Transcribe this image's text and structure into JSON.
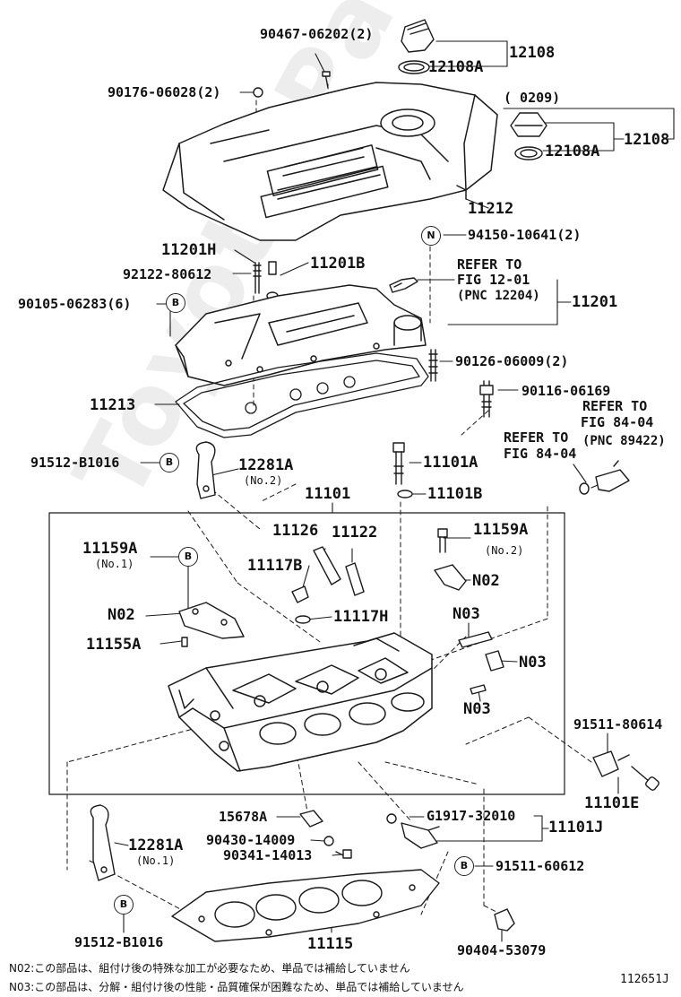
{
  "watermark": "Toyota-Parts.ru",
  "figure_id": "112651J",
  "date_range": "(    0209)",
  "parts": {
    "p90467": "90467-06202(2)",
    "p12108": "12108",
    "p12108a_top": "12108A",
    "p90176": "90176-06028(2)",
    "p12108_alt": "12108",
    "p12108a_alt": "12108A",
    "p11212": "11212",
    "p94150": "94150-10641(2)",
    "p11201h": "11201H",
    "p92122": "92122-80612",
    "p11201b": "11201B",
    "p11201": "11201",
    "p90105": "90105-06283(6)",
    "p90126": "90126-06009(2)",
    "p11213": "11213",
    "p90116": "90116-06169",
    "p91512_top": "91512-B1016",
    "p12281a_top": "12281A",
    "p12281a_top_sub": "(No.2)",
    "p11101a": "11101A",
    "p11101b": "11101B",
    "p11101": "11101",
    "p11126": "11126",
    "p11122": "11122",
    "p11159a_right": "11159A",
    "p11159a_right_sub": "(No.2)",
    "p11159a_left": "11159A",
    "p11159a_left_sub": "(No.1)",
    "p11117b": "11117B",
    "p02_right": "N02",
    "p02_left": "N02",
    "p11117h": "11117H",
    "p03_a": "N03",
    "p11155a": "11155A",
    "p03_b": "N03",
    "p03_c": "N03",
    "p91511_80614": "91511-80614",
    "p11101e": "11101E",
    "p15678a": "15678A",
    "pg1917": "G1917-32010",
    "p11101j": "11101J",
    "p90430": "90430-14009",
    "p12281a_bot": "12281A",
    "p12281a_bot_sub": "(No.1)",
    "p90341": "90341-14013",
    "p91511_60612": "91511-60612",
    "p91512_bot": "91512-B1016",
    "p11115": "11115",
    "p90404": "90404-53079"
  },
  "refs": {
    "ref1_l1": "REFER TO",
    "ref1_l2": "FIG 12-01",
    "ref1_l3": "(PNC 12204)",
    "ref2_l1": "REFER TO",
    "ref2_l2": "FIG 84-04",
    "ref2_l3": "(PNC 89422)",
    "ref3_l1": "REFER TO",
    "ref3_l2": "FIG 84-04"
  },
  "symbols": {
    "b": "B",
    "n": "N"
  },
  "notes": {
    "n02": "N02:この部品は、組付け後の特殊な加工が必要なため、単品では補給していません",
    "n03": "N03:この部品は、分解・組付け後の性能・品質確保が困難なため、単品では補給していません"
  }
}
